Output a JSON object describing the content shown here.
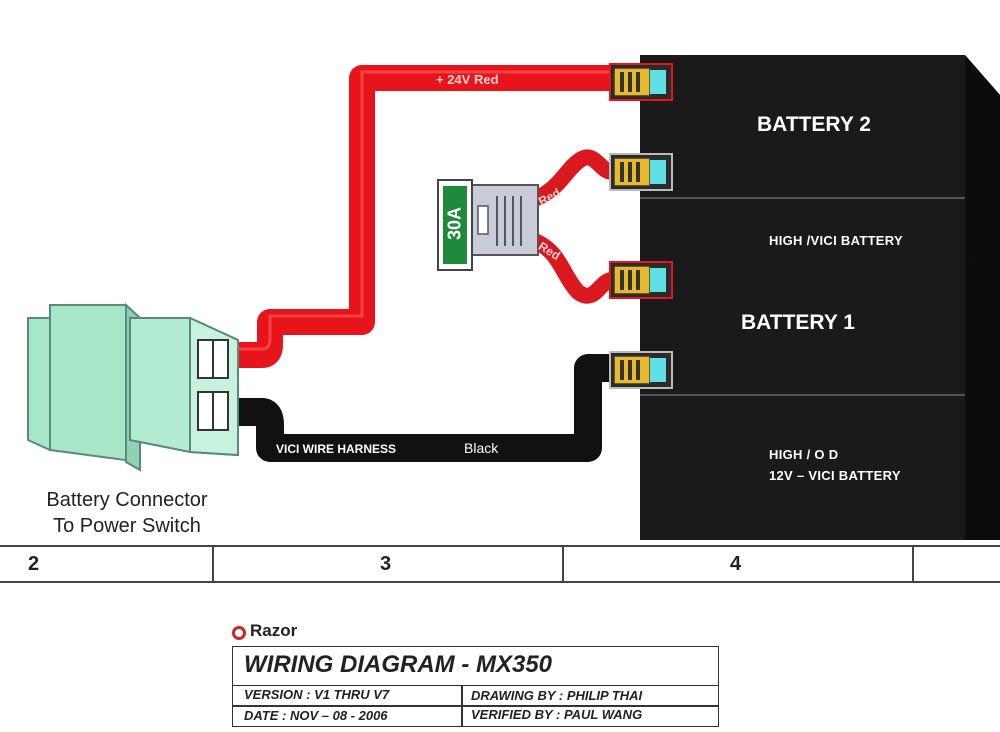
{
  "batteries": {
    "battery2": {
      "label": "BATTERY 2",
      "sublabel": "HIGH /VICI BATTERY"
    },
    "battery1": {
      "label": "BATTERY 1",
      "sublabel_line1": "HIGH / O D",
      "sublabel_line2": "12V –  VICI BATTERY"
    }
  },
  "wires": {
    "positive": {
      "label": "+ 24V Red",
      "color": "#e8141b"
    },
    "jumper_top": {
      "label": "Red",
      "color": "#d9191f"
    },
    "jumper_bottom": {
      "label": "Red",
      "color": "#d9191f"
    },
    "negative": {
      "label_harness": "VICI WIRE HARNESS",
      "label_color": "Black",
      "color": "#111111"
    }
  },
  "fuse": {
    "label": "30A",
    "color": "#1e8a3a"
  },
  "connector": {
    "caption_line1": "Battery Connector",
    "caption_line2": "To Power Switch",
    "color": "#a8e6c8"
  },
  "ruler": {
    "zones": [
      "2",
      "3",
      "4"
    ]
  },
  "title_block": {
    "brand": "Razor",
    "title": "WIRING DIAGRAM - MX350",
    "version": "VERSION : V1 THRU V7",
    "drawing_by": "DRAWING BY : PHILIP THAI",
    "date": "DATE :  NOV – 08 - 2006",
    "verified_by": "VERIFIED BY : PAUL WANG",
    "brand_color": "#d2232a"
  }
}
